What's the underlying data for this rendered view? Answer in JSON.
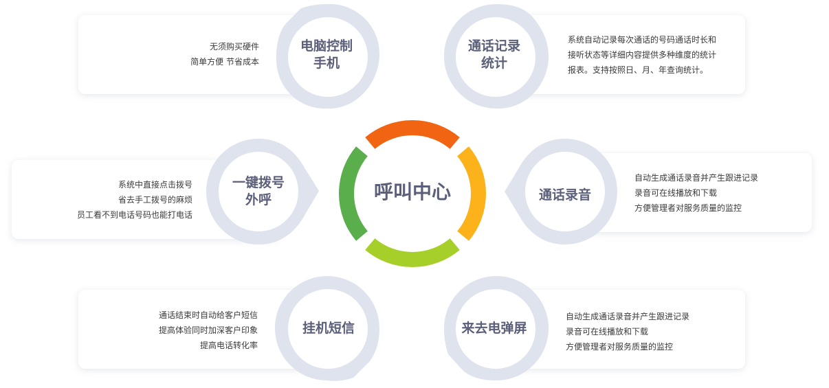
{
  "hub": {
    "title": "呼叫中心",
    "segment_colors": [
      "#f06412",
      "#fbb21b",
      "#a6cf2a",
      "#5aae4c"
    ]
  },
  "colors": {
    "ring": "#dfe3ee",
    "label": "#5c5f7a",
    "text": "#3a3a3a"
  },
  "features": [
    {
      "id": "pc-control",
      "title": "电脑控制\n手机",
      "lines": [
        "无须购买硬件",
        "简单方便 节省成本"
      ]
    },
    {
      "id": "call-log-stats",
      "title": "通话记录\n统计",
      "lines": [
        "系统自动记录每次通话的号码通话时长和",
        "接听状态等详细内容提供多种维度的统计",
        "报表。支持按照日、月、年查询统计。"
      ]
    },
    {
      "id": "one-click-dial",
      "title": "一键拨号\n外呼",
      "lines": [
        "系统中直接点击拨号",
        "省去手工拨号的麻烦",
        "员工看不到电话号码也能打电话"
      ]
    },
    {
      "id": "call-recording",
      "title": "通话录音",
      "lines": [
        "自动生成通话录音并产生跟进记录",
        "录音可在线播放和下载",
        "方便管理者对服务质量的监控"
      ]
    },
    {
      "id": "hangup-sms",
      "title": "挂机短信",
      "lines": [
        "通话结束时自动给客户短信",
        "提高体验同时加深客户印象",
        "提高电话转化率"
      ]
    },
    {
      "id": "caller-popup",
      "title": "来去电弹屏",
      "lines": [
        "自动生成通话录音并产生跟进记录",
        "录音可在线播放和下载",
        "方便管理者对服务质量的监控"
      ]
    }
  ]
}
